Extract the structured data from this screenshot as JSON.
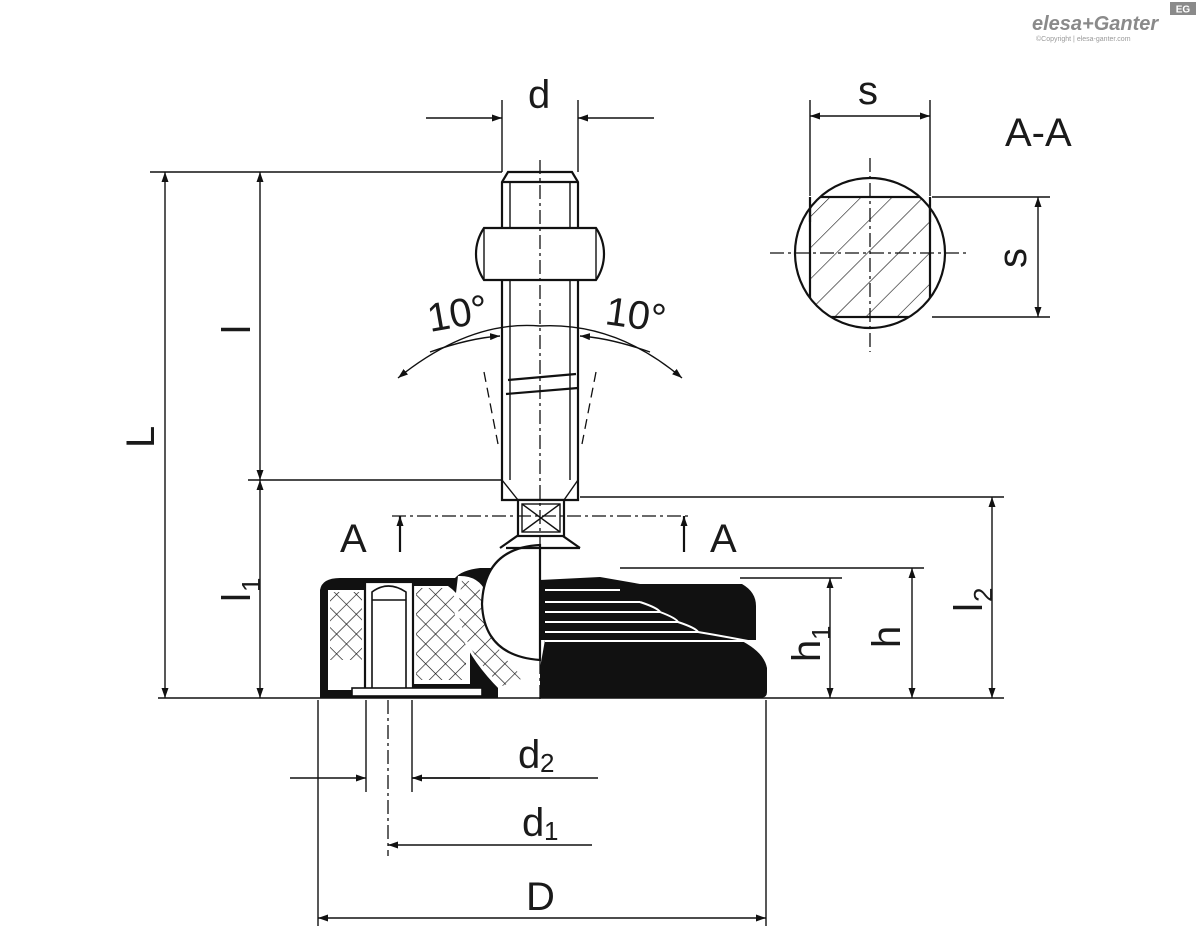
{
  "brand": {
    "name": "elesa+Ganter",
    "copyright": "©Copyright | elesa-ganter.com",
    "badge": "EG"
  },
  "section_label": "A-A",
  "section_marks": {
    "left": "A",
    "right": "A"
  },
  "angles": {
    "left": "10°",
    "right": "10°"
  },
  "dimensions": {
    "d": "d",
    "s_horizontal": "s",
    "s_vertical": "s",
    "L": "L",
    "l": "l",
    "l1_base": "l",
    "l1_sub": "1",
    "l2_base": "l",
    "l2_sub": "2",
    "h": "h",
    "h1_base": "h",
    "h1_sub": "1",
    "d1_base": "d",
    "d1_sub": "1",
    "d2_base": "d",
    "d2_sub": "2",
    "D": "D"
  }
}
